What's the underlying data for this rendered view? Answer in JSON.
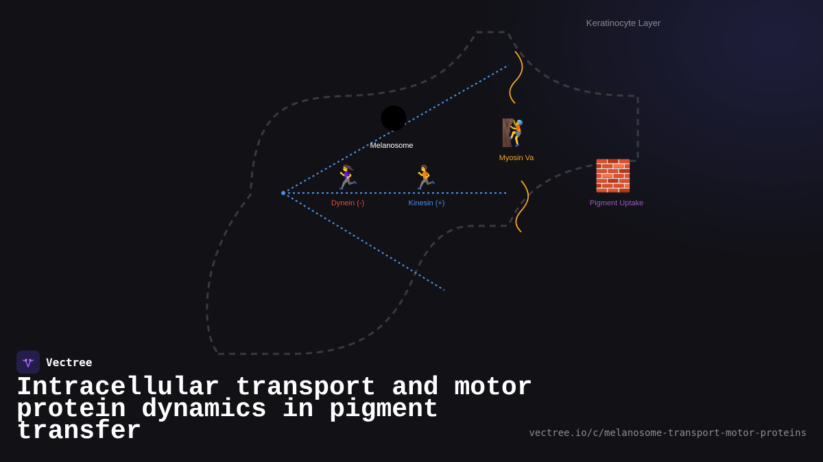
{
  "diagram": {
    "labels": {
      "keratinocyte": "Keratinocyte Layer",
      "melanosome": "Melanosome",
      "dynein": "Dynein (-)",
      "kinesin": "Kinesin (+)",
      "myosin": "Myosin Va",
      "uptake": "Pigment Uptake"
    },
    "icons": {
      "melanosome": "🌑",
      "dynein": "🏃‍♀️",
      "kinesin": "🏃",
      "myosin": "🧗",
      "uptake": "🧱"
    },
    "colors": {
      "cell_outline": "#3a3a3e",
      "microtubule": "#4a90e2",
      "actin": "#f5a623",
      "dynein": "#e74c3c",
      "kinesin": "#4a90e2",
      "myosin": "#f5a623",
      "uptake": "#9b59b6",
      "keratinocyte_label": "#8a8a92"
    }
  },
  "footer": {
    "brand": "Vectree",
    "title": "Intracellular transport and motor protein dynamics in pigment transfer",
    "url": "vectree.io/c/melanosome-transport-motor-proteins"
  }
}
